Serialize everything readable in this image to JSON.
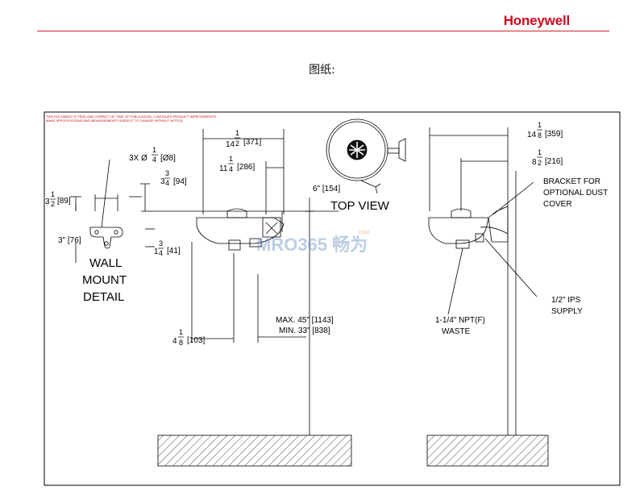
{
  "header": {
    "brand": "Honeywell",
    "subtitle": "图纸:"
  },
  "drawing": {
    "notice_line1": "THIS DOCUMENT IS TRUE AND CORRECT AT TIME OF PUBLICATION. CONTINUED PRODUCT IMPROVEMENTS",
    "notice_line2": "MAKE SPECIFICATIONS AND MEASUREMENTS SUBJECT TO CHANGE WITHOUT NOTICE.",
    "watermark": "MRO365 畅为",
    "watermark_badge": "COM",
    "labels": {
      "wall_mount": "WALL",
      "wall_mount2": "MOUNT",
      "wall_mount3": "DETAIL",
      "top_view": "TOP VIEW",
      "bracket1": "BRACKET FOR",
      "bracket2": "OPTIONAL DUST",
      "bracket3": "COVER",
      "supply1": "1/2\" IPS",
      "supply2": "SUPPLY",
      "waste1": "1-1/4\" NPT(F)",
      "waste2": "WASTE",
      "max": "MAX. 45\" [1143]",
      "min": "MIN. 33\" [838]",
      "six": "6\" [154]",
      "three": "3\" [76]"
    },
    "dims": {
      "d1": {
        "whole": "14",
        "num": "1",
        "den": "2",
        "metric": "[371]"
      },
      "d2": {
        "whole": "11",
        "num": "1",
        "den": "4",
        "metric": "[286]"
      },
      "d3": {
        "whole": "3",
        "num": "3",
        "den": "4",
        "metric": "[94]"
      },
      "d4": {
        "whole": "3",
        "num": "1",
        "den": "2",
        "metric": "[89]"
      },
      "d5": {
        "whole": "1",
        "num": "3",
        "den": "4",
        "metric": "[41]"
      },
      "d6": {
        "whole": "4",
        "num": "1",
        "den": "8",
        "metric": "[103]"
      },
      "d7": {
        "whole": "14",
        "num": "1",
        "den": "8",
        "metric": "[359]"
      },
      "d8": {
        "whole": "8",
        "num": "1",
        "den": "2",
        "metric": "[216]"
      },
      "hole": {
        "prefix": "3X Ø",
        "num": "1",
        "den": "4",
        "metric": "[Ø8]"
      }
    }
  }
}
